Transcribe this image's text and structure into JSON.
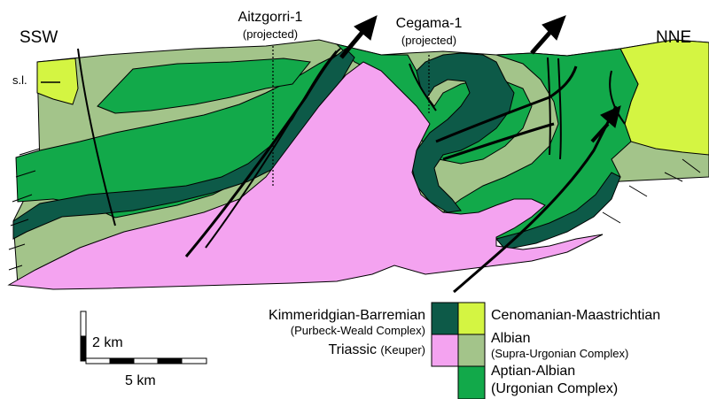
{
  "labels": {
    "ssw": "SSW",
    "nne": "NNE",
    "sea_level": "s.l.",
    "well_1_name": "Aitzgorri-1",
    "well_1_note": "(projected)",
    "well_2_name": "Cegama-1",
    "well_2_note": "(projected)"
  },
  "scale": {
    "vertical": "2 km",
    "horizontal": "5 km"
  },
  "legend": {
    "kimmeridgian": {
      "name": "Kimmeridgian-Barremian",
      "sub": "(Purbeck-Weald Complex)",
      "color": "#0d5a48"
    },
    "triassic": {
      "name": "Triassic",
      "sub": "(Keuper)",
      "color": "#f4a3f0"
    },
    "cenomanian": {
      "name": "Cenomanian-Maastrichtian",
      "color": "#d4f542"
    },
    "albian": {
      "name": "Albian",
      "sub": "(Supra-Urgonian Complex)",
      "color": "#a3c48a"
    },
    "aptian": {
      "name": "Aptian-Albian",
      "sub": "(Urgonian Complex)",
      "color": "#12a94a"
    }
  },
  "colors": {
    "triassic": "#f4a3f0",
    "kimmeridgian": "#0d5a48",
    "aptian": "#12a94a",
    "albian": "#a3c48a",
    "cenomanian": "#d4f542",
    "fault": "#000000"
  }
}
